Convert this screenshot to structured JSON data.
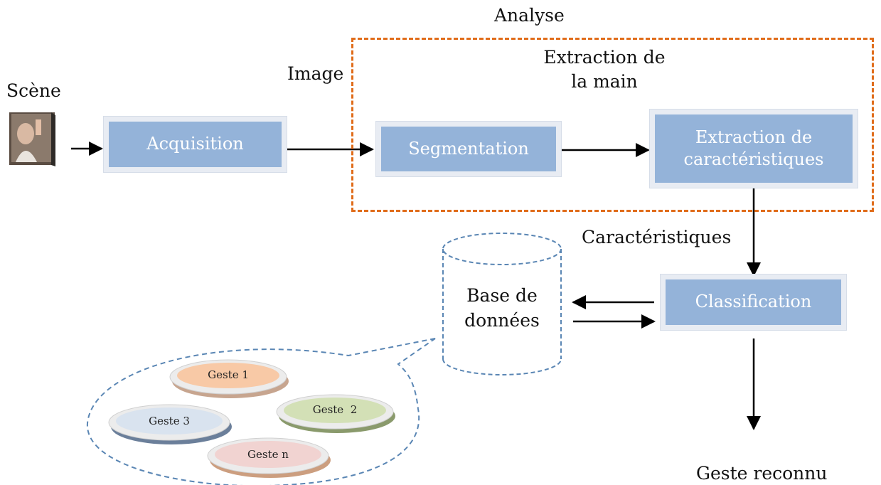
{
  "labels": {
    "scene": "Scène",
    "image": "Image",
    "analyse": "Analyse",
    "extraction_main": "Extraction de\nla main",
    "caracteristiques": "Caractéristiques",
    "base_donnees": "Base de\ndonnées",
    "geste_reconnu": "Geste reconnu"
  },
  "boxes": {
    "acquisition": "Acquisition",
    "segmentation": "Segmentation",
    "extraction": "Extraction de\ncaractéristiques",
    "classification": "Classification"
  },
  "gestures": [
    {
      "label": "Geste 1",
      "color": "#f8c9a6"
    },
    {
      "label": "Geste  2",
      "color": "#d3e0b6"
    },
    {
      "label": "Geste 3",
      "color": "#d9e3ef"
    },
    {
      "label": "Geste n",
      "color": "#f1d3d1"
    }
  ],
  "colors": {
    "box_fill": "#94b3d9",
    "analysis_frame": "#e06c1a",
    "db_outline": "#5a86b4"
  }
}
